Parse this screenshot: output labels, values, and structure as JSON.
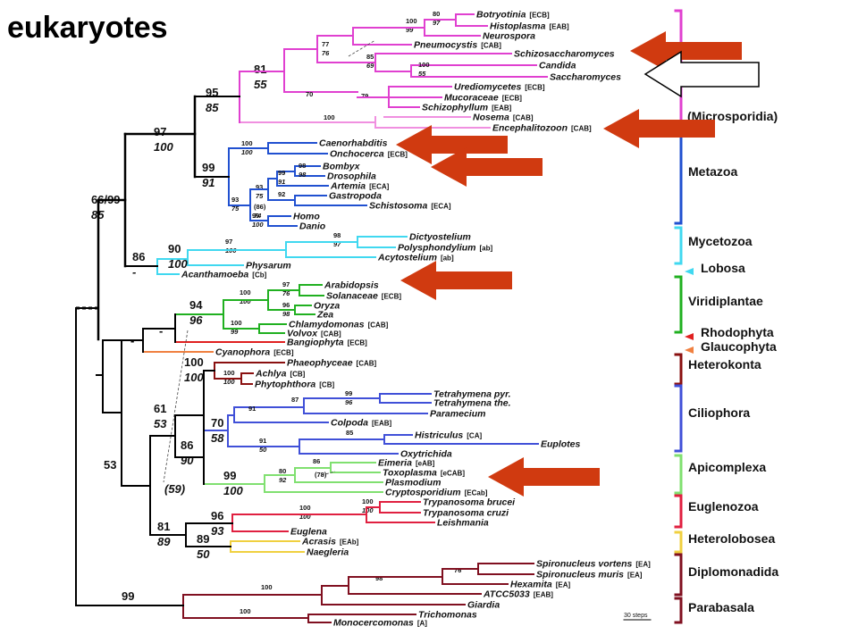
{
  "title": "eukaryotes",
  "scale_label": "30 steps",
  "colors": {
    "fungi": "#e040d0",
    "microsporidia": "#f090e0",
    "metazoa": "#2050d0",
    "mycetozoa": "#40d8f0",
    "viridiplantae": "#20b020",
    "rhodophyta": "#e02020",
    "glaucophyta": "#f08040",
    "heterokonta": "#8a1010",
    "ciliophora": "#4050d8",
    "apicomplexa": "#80e070",
    "euglenozoa": "#e02040",
    "heterolobosea": "#f0d040",
    "diplomonadida": "#801020",
    "arrow": "#d03a10",
    "backbone": "#000000"
  },
  "groups": [
    {
      "label": "(Microsporidia)"
    },
    {
      "label": "Metazoa"
    },
    {
      "label": "Mycetozoa"
    },
    {
      "label": "Lobosa"
    },
    {
      "label": "Viridiplantae"
    },
    {
      "label": "Rhodophyta"
    },
    {
      "label": "Glaucophyta"
    },
    {
      "label": "Heterokonta"
    },
    {
      "label": "Ciliophora"
    },
    {
      "label": "Apicomplexa"
    },
    {
      "label": "Euglenozoa"
    },
    {
      "label": "Heterolobosea"
    },
    {
      "label": "Diplomonadida"
    },
    {
      "label": "Parabasala"
    }
  ],
  "taxa": [
    {
      "name": "Botryotinia",
      "tag": "[ECB]"
    },
    {
      "name": "Histoplasma",
      "tag": "[EAB]"
    },
    {
      "name": "Neurospora",
      "tag": ""
    },
    {
      "name": "Pneumocystis",
      "tag": "[CAB]"
    },
    {
      "name": "Schizosaccharomyces",
      "tag": ""
    },
    {
      "name": "Candida",
      "tag": ""
    },
    {
      "name": "Saccharomyces",
      "tag": ""
    },
    {
      "name": "Urediomycetes",
      "tag": "[ECB]"
    },
    {
      "name": "Mucoraceae",
      "tag": "[ECB]"
    },
    {
      "name": "Schizophyllum",
      "tag": "[EAB]"
    },
    {
      "name": "Nosema",
      "tag": "[CAB]"
    },
    {
      "name": "Encephalitozoon",
      "tag": "[CAB]"
    },
    {
      "name": "Caenorhabditis",
      "tag": ""
    },
    {
      "name": "Onchocerca",
      "tag": "[ECB]"
    },
    {
      "name": "Bombyx",
      "tag": ""
    },
    {
      "name": "Drosophila",
      "tag": ""
    },
    {
      "name": "Artemia",
      "tag": "[ECA]"
    },
    {
      "name": "Gastropoda",
      "tag": ""
    },
    {
      "name": "Schistosoma",
      "tag": "[ECA]"
    },
    {
      "name": "Homo",
      "tag": ""
    },
    {
      "name": "Danio",
      "tag": ""
    },
    {
      "name": "Dictyostelium",
      "tag": ""
    },
    {
      "name": "Polysphondylium",
      "tag": "[ab]"
    },
    {
      "name": "Acytostelium",
      "tag": "[ab]"
    },
    {
      "name": "Physarum",
      "tag": ""
    },
    {
      "name": "Acanthamoeba",
      "tag": "[Cb]"
    },
    {
      "name": "Arabidopsis",
      "tag": ""
    },
    {
      "name": "Solanaceae",
      "tag": "[ECB]"
    },
    {
      "name": "Oryza",
      "tag": ""
    },
    {
      "name": "Zea",
      "tag": ""
    },
    {
      "name": "Chlamydomonas",
      "tag": "[CAB]"
    },
    {
      "name": "Volvox",
      "tag": "[CAB]"
    },
    {
      "name": "Bangiophyta",
      "tag": "[ECB]"
    },
    {
      "name": "Cyanophora",
      "tag": "[ECB]"
    },
    {
      "name": "Phaeophyceae",
      "tag": "[CAB]"
    },
    {
      "name": "Achlya",
      "tag": "[CB]"
    },
    {
      "name": "Phytophthora",
      "tag": "[CB]"
    },
    {
      "name": "Tetrahymena pyr.",
      "tag": ""
    },
    {
      "name": "Tetrahymena the.",
      "tag": ""
    },
    {
      "name": "Paramecium",
      "tag": ""
    },
    {
      "name": "Colpoda",
      "tag": "[EAB]"
    },
    {
      "name": "Histriculus",
      "tag": "[CA]"
    },
    {
      "name": "Euplotes",
      "tag": ""
    },
    {
      "name": "Oxytrichida",
      "tag": ""
    },
    {
      "name": "Eimeria",
      "tag": "[eAB]"
    },
    {
      "name": "Toxoplasma",
      "tag": "[eCAB]"
    },
    {
      "name": "Plasmodium",
      "tag": ""
    },
    {
      "name": "Cryptosporidium",
      "tag": "[ECab]"
    },
    {
      "name": "Trypanosoma brucei",
      "tag": ""
    },
    {
      "name": "Trypanosoma cruzi",
      "tag": ""
    },
    {
      "name": "Leishmania",
      "tag": ""
    },
    {
      "name": "Euglena",
      "tag": ""
    },
    {
      "name": "Acrasis",
      "tag": "[EAb]"
    },
    {
      "name": "Naegleria",
      "tag": ""
    },
    {
      "name": "Spironucleus vortens",
      "tag": "[EA]"
    },
    {
      "name": "Spironucleus muris",
      "tag": "[EA]"
    },
    {
      "name": "Hexamita",
      "tag": "[EA]"
    },
    {
      "name": "ATCC5033",
      "tag": "[EAB]"
    },
    {
      "name": "Giardia",
      "tag": ""
    },
    {
      "name": "Trichomonas",
      "tag": ""
    },
    {
      "name": "Monocercomonas",
      "tag": "[A]"
    }
  ],
  "supports": [
    {
      "top": "95",
      "bottom": "85"
    },
    {
      "top": "81",
      "bottom": "55"
    },
    {
      "top": "97",
      "bottom": "100"
    },
    {
      "top": "99",
      "bottom": "91"
    },
    {
      "top": "66/99",
      "bottom": "85"
    },
    {
      "top": "86",
      "bottom": "-"
    },
    {
      "top": "90",
      "bottom": "100"
    },
    {
      "top": "94",
      "bottom": "96"
    },
    {
      "top": "-",
      "bottom": ""
    },
    {
      "top": "-",
      "bottom": ""
    },
    {
      "top": "100",
      "bottom": "100"
    },
    {
      "top": "61",
      "bottom": "53"
    },
    {
      "top": "86",
      "bottom": "90"
    },
    {
      "top": "70",
      "bottom": "58"
    },
    {
      "top": "99",
      "bottom": "100"
    },
    {
      "top": "53",
      "bottom": ""
    },
    {
      "top": "(59)",
      "bottom": ""
    },
    {
      "top": "81",
      "bottom": "89"
    },
    {
      "top": "96",
      "bottom": "93"
    },
    {
      "top": "89",
      "bottom": "50"
    },
    {
      "top": "99",
      "bottom": ""
    }
  ],
  "small_supports": [
    {
      "top": "80",
      "bottom": "97"
    },
    {
      "top": "100",
      "bottom": "99"
    },
    {
      "top": "77",
      "bottom": "76"
    },
    {
      "top": "85",
      "bottom": "69"
    },
    {
      "top": "100",
      "bottom": "55"
    },
    {
      "top": "70",
      "bottom": ""
    },
    {
      "top": "79",
      "bottom": ""
    },
    {
      "top": "100",
      "bottom": ""
    },
    {
      "top": "100",
      "bottom": "100"
    },
    {
      "top": "98",
      "bottom": "98"
    },
    {
      "top": "99",
      "bottom": "91"
    },
    {
      "top": "93",
      "bottom": "75"
    },
    {
      "top": "92",
      "bottom": ""
    },
    {
      "top": "(86)",
      "bottom": "74"
    },
    {
      "top": "99",
      "bottom": "100"
    },
    {
      "top": "93",
      "bottom": "75"
    },
    {
      "top": "98",
      "bottom": "97"
    },
    {
      "top": "97",
      "bottom": "100"
    },
    {
      "top": "97",
      "bottom": "76"
    },
    {
      "top": "96",
      "bottom": "98"
    },
    {
      "top": "100",
      "bottom": "100"
    },
    {
      "top": "100",
      "bottom": "99"
    },
    {
      "top": "100",
      "bottom": "100"
    },
    {
      "top": "99",
      "bottom": "96"
    },
    {
      "top": "87",
      "bottom": ""
    },
    {
      "top": "91",
      "bottom": ""
    },
    {
      "top": "85",
      "bottom": ""
    },
    {
      "top": "91",
      "bottom": "50"
    },
    {
      "top": "86",
      "bottom": ""
    },
    {
      "top": "80",
      "bottom": "92"
    },
    {
      "top": "(78)",
      "bottom": ""
    },
    {
      "top": "100",
      "bottom": "100"
    },
    {
      "top": "100",
      "bottom": "100"
    },
    {
      "top": "76",
      "bottom": ""
    },
    {
      "top": "98",
      "bottom": ""
    },
    {
      "top": "100",
      "bottom": ""
    },
    {
      "top": "100",
      "bottom": ""
    }
  ]
}
